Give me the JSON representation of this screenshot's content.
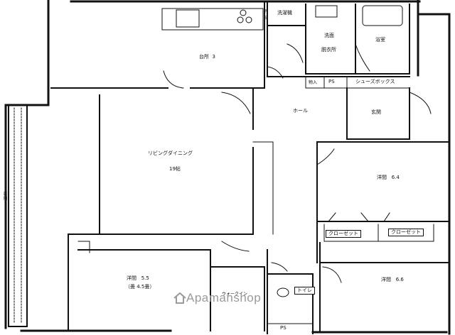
{
  "rooms": {
    "kitchen": {
      "name": "台所",
      "size": "3"
    },
    "living": {
      "name": "リビングダイニング",
      "size": "19帖"
    },
    "laundry": {
      "name": "洗濯機"
    },
    "washroom": {
      "name": "洗面",
      "sub": "脱衣所"
    },
    "bath": {
      "name": "浴室"
    },
    "hall": {
      "name": "ホール"
    },
    "entrance": {
      "name": "玄関"
    },
    "shoebox": {
      "name": "シューズボックス"
    },
    "storage_in": {
      "name": "物入"
    },
    "ps_top": {
      "name": "PS"
    },
    "ps_mid": {
      "name": "PS"
    },
    "ps_bottom": {
      "name": "PS"
    },
    "room_ne": {
      "name": "洋間",
      "size": "6.4"
    },
    "closet_left": {
      "name": "クローゼット"
    },
    "closet_right": {
      "name": "クローゼット"
    },
    "room_sw": {
      "name": "洋間",
      "size": "5.5",
      "note": "（畳 4.5畳）"
    },
    "room_se": {
      "name": "洋間",
      "size": "6.6"
    },
    "walkin": {
      "name": "ウォークイン"
    },
    "toilet": {
      "name": "トイレ"
    },
    "balcony": {
      "name": "専用"
    }
  },
  "watermark": "Apamanshop"
}
